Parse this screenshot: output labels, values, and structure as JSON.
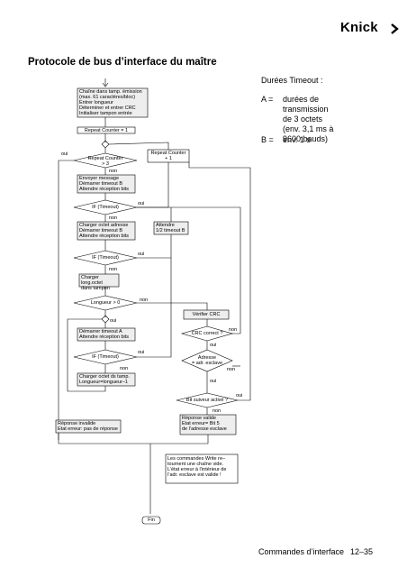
{
  "brand": {
    "name": "Knick",
    "chevron": "chevron-right-icon"
  },
  "section_title": "Protocole de bus d’interface du maître",
  "timeouts": {
    "heading": "Durées Timeout :",
    "a_key": "A =",
    "a_lines": [
      "durées de transmission",
      "de 3 octets",
      "(env. 3,1 ms à",
      "9600 bauds)"
    ],
    "b_key": "B =",
    "b_value": "env. 1 s"
  },
  "flow": {
    "box_init": [
      "Chaîne dans tamp. émission",
      "(max. 61 caractères/bloc)",
      "Entrer longueur",
      "Déterminer et entrer CRC",
      "Initialiser tampon entrée"
    ],
    "repeat_set": "Repeat Counter = 1",
    "repeat_cond": [
      "Repeat Counter",
      "> 3"
    ],
    "repeat_inc": [
      "Repeat Counter",
      "+ 1"
    ],
    "send": [
      "Envoyer message",
      "Démarrer timeout B",
      "Attendre réception bits"
    ],
    "if_timeout": "IF (Timeout)",
    "load_addr": [
      "Charger octet adresse",
      "Démarrer timeout B",
      "Attendre réception bits"
    ],
    "wait_half": [
      "Attendre",
      "1/2 timeout B"
    ],
    "load_len": [
      "Charger long.octet",
      "dans tampon"
    ],
    "length_cond": "Longueur > 0",
    "start_a": [
      "Démarrer timeout A",
      "Attendre réception bits"
    ],
    "load_byte": [
      "Charger octet ds tamp.",
      "Longueur=longueur–1"
    ],
    "verify_crc": "Vérifier CRC",
    "crc_ok": "CRC correct ?",
    "address": [
      "Adresse",
      "= adr. esclave"
    ],
    "follow_bit": "Bit suiveur activé ?",
    "resp_invalid": [
      "Réponse invalide",
      "Etat erreur: pas de réponse"
    ],
    "resp_valid": [
      "Réponse valide",
      "Etat erreur= Bit 5",
      "de l’adresse esclave"
    ],
    "note": [
      "Les commandes Write re–",
      "tournent une chaîne vide.",
      "L’état erreur à l’intérieur de",
      "l’adr. esclave est valide !"
    ],
    "end": "Fin",
    "yes": "oui",
    "no": "non"
  },
  "footer": {
    "section": "Commandes d’interface",
    "page": "12–35"
  }
}
